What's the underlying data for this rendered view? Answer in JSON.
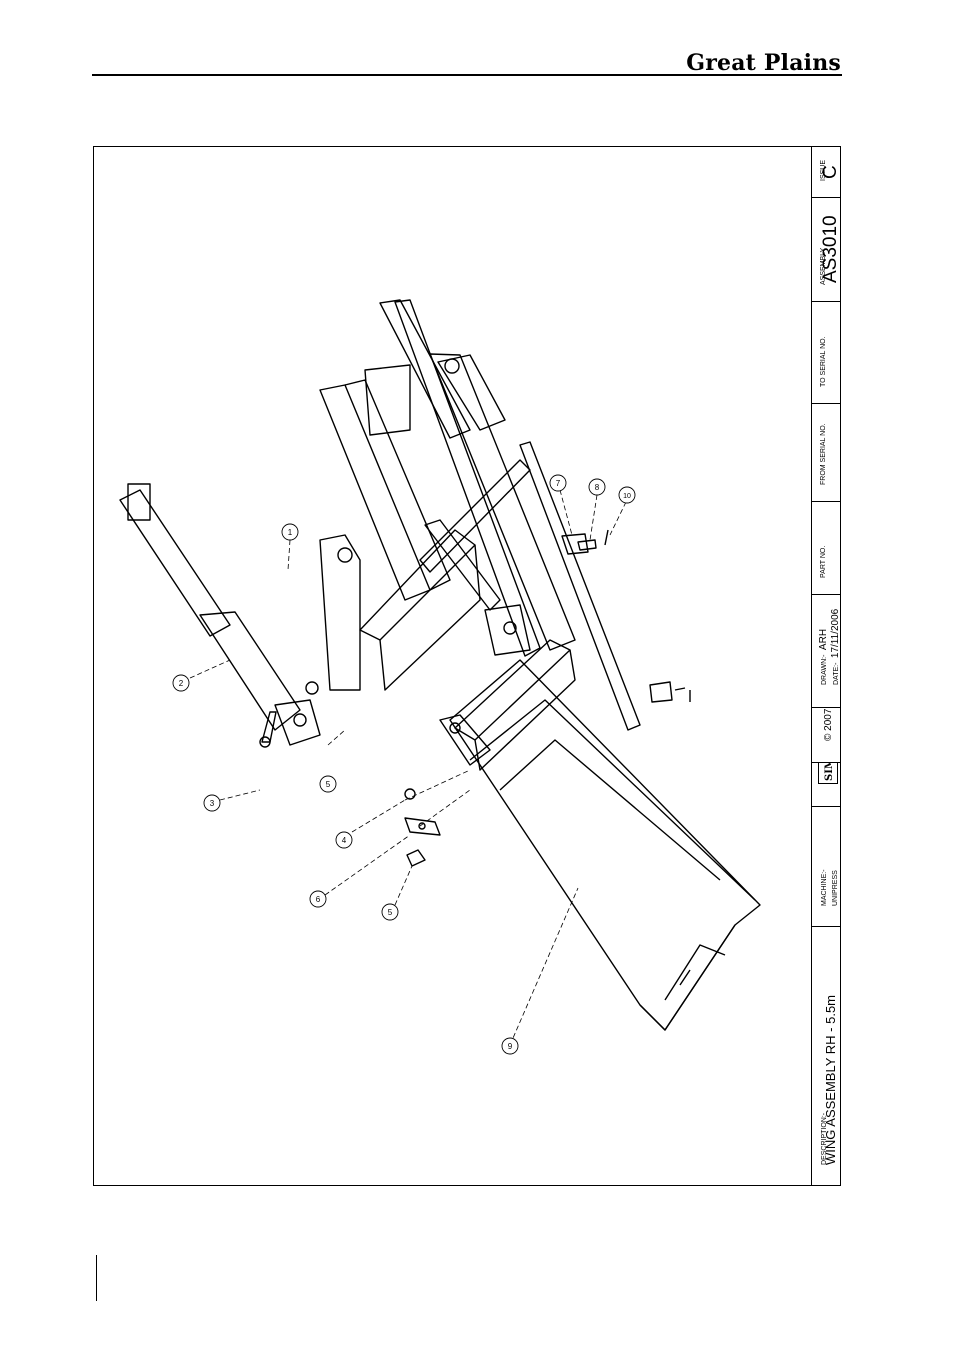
{
  "header": {
    "brand": "Great Plains"
  },
  "title_block": {
    "issue_label": "ISSUE",
    "issue_value": "C",
    "assembly_label": "ASSEMBLY",
    "assembly_value": "AS3010",
    "to_serial_label": "TO SERIAL NO.",
    "from_serial_label": "FROM SERIAL NO.",
    "part_no_label": "PART NO.",
    "drawn_label": "DRAWN:-",
    "drawn_value": "ARH",
    "date_label": "DATE:-",
    "date_value": "17/11/2006",
    "logo_text": "SIMBA",
    "copyright": "© 2007",
    "machine_label": "MACHINE:-",
    "machine_value": "UNIPRESS",
    "description_label": "DESCRIPTION:-",
    "description_value": "WING ASSEMBLY RH - 5.5m"
  },
  "callouts": [
    "1",
    "2",
    "3",
    "4",
    "5",
    "5",
    "6",
    "7",
    "8",
    "9",
    "10"
  ]
}
